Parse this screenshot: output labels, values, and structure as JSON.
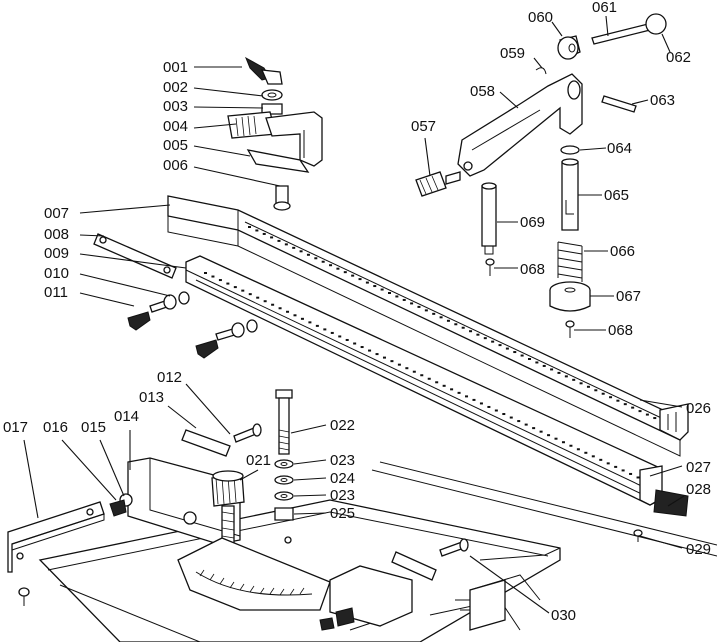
{
  "diagram": {
    "parts": [
      {
        "id": "p001",
        "number": "001"
      },
      {
        "id": "p002",
        "number": "002"
      },
      {
        "id": "p003",
        "number": "003"
      },
      {
        "id": "p004",
        "number": "004"
      },
      {
        "id": "p005",
        "number": "005"
      },
      {
        "id": "p006",
        "number": "006"
      },
      {
        "id": "p007",
        "number": "007"
      },
      {
        "id": "p008",
        "number": "008"
      },
      {
        "id": "p009",
        "number": "009"
      },
      {
        "id": "p010",
        "number": "010"
      },
      {
        "id": "p011",
        "number": "011"
      },
      {
        "id": "p012",
        "number": "012"
      },
      {
        "id": "p013",
        "number": "013"
      },
      {
        "id": "p014",
        "number": "014"
      },
      {
        "id": "p015",
        "number": "015"
      },
      {
        "id": "p016",
        "number": "016"
      },
      {
        "id": "p017",
        "number": "017"
      },
      {
        "id": "p021",
        "number": "021"
      },
      {
        "id": "p022",
        "number": "022"
      },
      {
        "id": "p023a",
        "number": "023"
      },
      {
        "id": "p024",
        "number": "024"
      },
      {
        "id": "p023b",
        "number": "023"
      },
      {
        "id": "p025",
        "number": "025"
      },
      {
        "id": "p026",
        "number": "026"
      },
      {
        "id": "p027",
        "number": "027"
      },
      {
        "id": "p028",
        "number": "028"
      },
      {
        "id": "p029",
        "number": "029"
      },
      {
        "id": "p030",
        "number": "030"
      },
      {
        "id": "p057",
        "number": "057"
      },
      {
        "id": "p058",
        "number": "058"
      },
      {
        "id": "p059",
        "number": "059"
      },
      {
        "id": "p060",
        "number": "060"
      },
      {
        "id": "p061",
        "number": "061"
      },
      {
        "id": "p062",
        "number": "062"
      },
      {
        "id": "p063",
        "number": "063"
      },
      {
        "id": "p064",
        "number": "064"
      },
      {
        "id": "p065",
        "number": "065"
      },
      {
        "id": "p066",
        "number": "066"
      },
      {
        "id": "p067",
        "number": "067"
      },
      {
        "id": "p068a",
        "number": "068"
      },
      {
        "id": "p068b",
        "number": "068"
      },
      {
        "id": "p069",
        "number": "069"
      }
    ]
  }
}
